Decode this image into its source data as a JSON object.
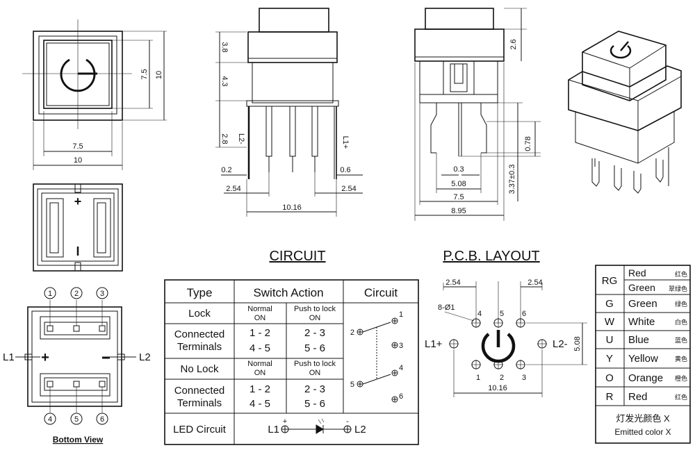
{
  "headings": {
    "circuit": "CIRCUIT",
    "pcb": "P.C.B. LAYOUT",
    "bottom_view": "Bottom View"
  },
  "top_view": {
    "inner": "7.5",
    "outer": "10",
    "width_inner": "7.5",
    "width_outer": "10"
  },
  "side_view": {
    "d1": "3.8",
    "d2": "4.3",
    "d3": "2.8",
    "l_minus": "L2-",
    "l_plus": "L1+",
    "pin_left": "0.2",
    "pin_right": "0.6",
    "pitch_left": "2.54",
    "pitch_right": "2.54",
    "span": "10.16"
  },
  "end_view": {
    "top": "2.6",
    "pin": "0.78",
    "height": "3.37±0.3",
    "w1": "0.3",
    "w2": "5.08",
    "w3": "7.5",
    "w4": "8.95"
  },
  "bottom": {
    "pins_top": [
      "1",
      "2",
      "3"
    ],
    "pins_bottom": [
      "4",
      "5",
      "6"
    ],
    "l1": "L1",
    "l2": "L2",
    "plus": "+",
    "minus": "-"
  },
  "table": {
    "headers": {
      "type": "Type",
      "switch": "Switch Action",
      "circuit": "Circuit"
    },
    "lock": {
      "label": "Lock",
      "normal": [
        "Normal",
        "ON"
      ],
      "push": [
        "Push to lock",
        "ON"
      ]
    },
    "connected1": {
      "label": [
        "Connected",
        "Terminals"
      ],
      "a": [
        "1 - 2",
        "4 - 5"
      ],
      "b": [
        "2 - 3",
        "5 - 6"
      ]
    },
    "nolock": {
      "label": "No Lock",
      "normal": [
        "Normal",
        "ON"
      ],
      "push": [
        "Push to lock",
        "ON"
      ]
    },
    "connected2": {
      "label": [
        "Connected",
        "Terminals"
      ],
      "a": [
        "1 - 2",
        "4 - 5"
      ],
      "b": [
        "2 - 3",
        "5 - 6"
      ]
    },
    "led": {
      "label": "LED Circuit",
      "l1": "L1",
      "l2": "L2",
      "plus": "+",
      "minus": "-"
    },
    "circuit_pins": [
      "1",
      "2",
      "3",
      "4",
      "5",
      "6"
    ]
  },
  "pcb": {
    "top_left": "2.54",
    "top_right": "2.54",
    "holes": "8-Ø1",
    "pins_top": [
      "4",
      "5",
      "6"
    ],
    "pins_bottom": [
      "1",
      "2",
      "3"
    ],
    "l1": "L1+",
    "l2": "L2-",
    "width": "10.16",
    "height": "5.08"
  },
  "colors": {
    "rows": [
      {
        "code": "RG",
        "names": [
          "Red",
          "Green"
        ],
        "cn": [
          "红色",
          "翠绿色"
        ]
      },
      {
        "code": "G",
        "names": [
          "Green"
        ],
        "cn": [
          "绿色"
        ]
      },
      {
        "code": "W",
        "names": [
          "White"
        ],
        "cn": [
          "白色"
        ]
      },
      {
        "code": "U",
        "names": [
          "Blue"
        ],
        "cn": [
          "蓝色"
        ]
      },
      {
        "code": "Y",
        "names": [
          "Yellow"
        ],
        "cn": [
          "黄色"
        ]
      },
      {
        "code": "O",
        "names": [
          "Orange"
        ],
        "cn": [
          "橙色"
        ]
      },
      {
        "code": "R",
        "names": [
          "Red"
        ],
        "cn": [
          "红色"
        ]
      }
    ],
    "footer_cn": "灯发光颜色 X",
    "footer_en": "Emitted color X"
  }
}
